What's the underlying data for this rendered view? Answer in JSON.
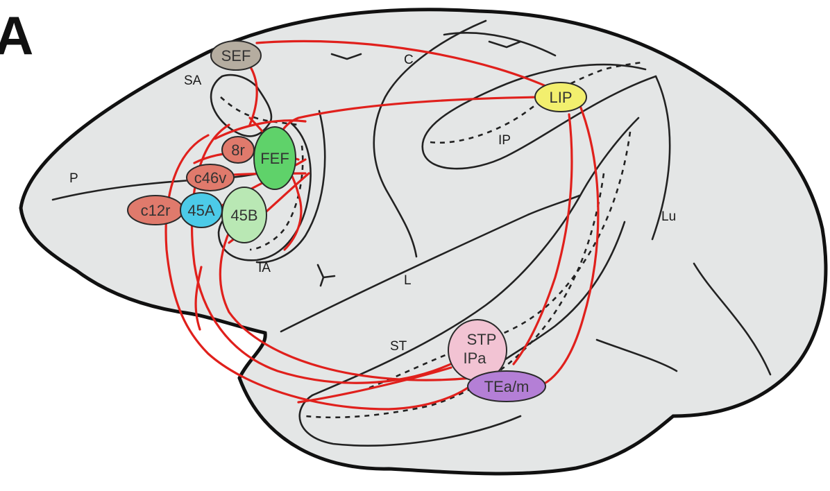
{
  "panel_label": "A",
  "colors": {
    "brain_fill": "#e4e6e6",
    "outline": "#111111",
    "connection": "#e0201c"
  },
  "sulci": [
    {
      "id": "P",
      "label": "P"
    },
    {
      "id": "SA",
      "label": "SA"
    },
    {
      "id": "C",
      "label": "C"
    },
    {
      "id": "IP",
      "label": "IP"
    },
    {
      "id": "Lu",
      "label": "Lu"
    },
    {
      "id": "IA",
      "label": "IA"
    },
    {
      "id": "L",
      "label": "L"
    },
    {
      "id": "ST",
      "label": "ST"
    }
  ],
  "regions": [
    {
      "id": "SEF",
      "label": "SEF",
      "color": "#b5ada0"
    },
    {
      "id": "LIP",
      "label": "LIP",
      "color": "#f2ef6e"
    },
    {
      "id": "8r",
      "label": "8r",
      "color": "#e07a6c"
    },
    {
      "id": "FEF",
      "label": "FEF",
      "color": "#5fd26a"
    },
    {
      "id": "c46v",
      "label": "c46v",
      "color": "#e07a6c"
    },
    {
      "id": "c12r",
      "label": "c12r",
      "color": "#e07a6c"
    },
    {
      "id": "45A",
      "label": "45A",
      "color": "#4ccbe8"
    },
    {
      "id": "45B",
      "label": "45B",
      "color": "#b9e8b4"
    },
    {
      "id": "STP_IPa",
      "label_line1": "STP",
      "label_line2": "IPa",
      "color": "#f2c3d3"
    },
    {
      "id": "TEa_m",
      "label": "TEa/m",
      "color": "#b47fd6"
    }
  ]
}
